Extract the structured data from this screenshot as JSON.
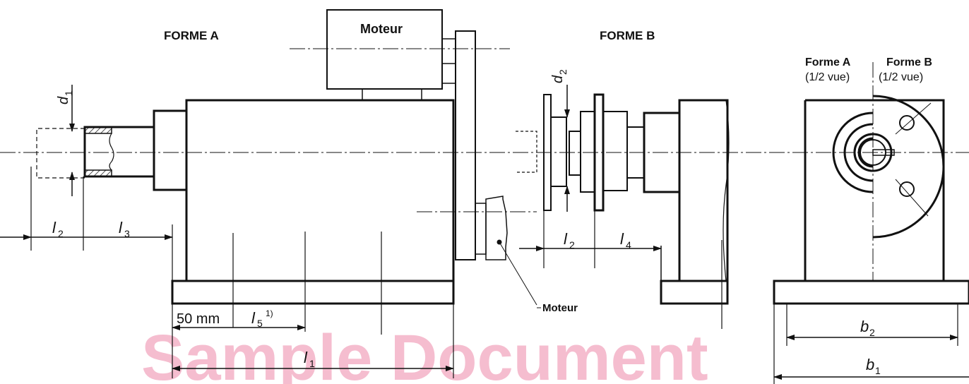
{
  "titles": {
    "forme_a": "FORME A",
    "forme_b": "FORME B"
  },
  "motor_labels": {
    "top_motor": "Moteur",
    "side_motor": "Moteur"
  },
  "end_view": {
    "forme_a_label": "Forme A",
    "forme_a_sub": "(1/2 vue)",
    "forme_b_label": "Forme B",
    "forme_b_sub": "(1/2 vue)"
  },
  "dimensions": {
    "d1": "d",
    "d1_sub": "1",
    "d2": "d",
    "d2_sub": "2",
    "l1": "l",
    "l1_sub": "1",
    "l2": "l",
    "l2_sub": "2",
    "l3": "l",
    "l3_sub": "3",
    "l4": "l",
    "l4_sub": "4",
    "l5": "l",
    "l5_sub": "5",
    "l5_note": "1)",
    "l2_b": "l",
    "l2_b_sub": "2",
    "b1": "b",
    "b1_sub": "1",
    "b2": "b",
    "b2_sub": "2",
    "fixed_50": "50 mm"
  },
  "watermark": "Sample Document"
}
